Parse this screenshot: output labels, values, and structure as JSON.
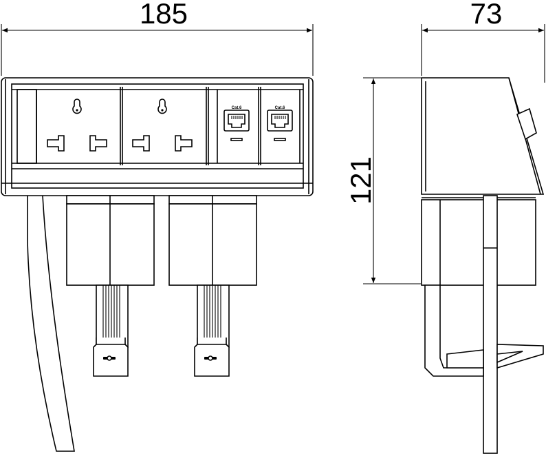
{
  "dimensions": {
    "front_width": "185",
    "side_width": "73",
    "height": "121"
  },
  "rj45_labels": [
    "Cat.6",
    "Cat.6"
  ],
  "colors": {
    "line": "#000000",
    "background": "#ffffff"
  }
}
